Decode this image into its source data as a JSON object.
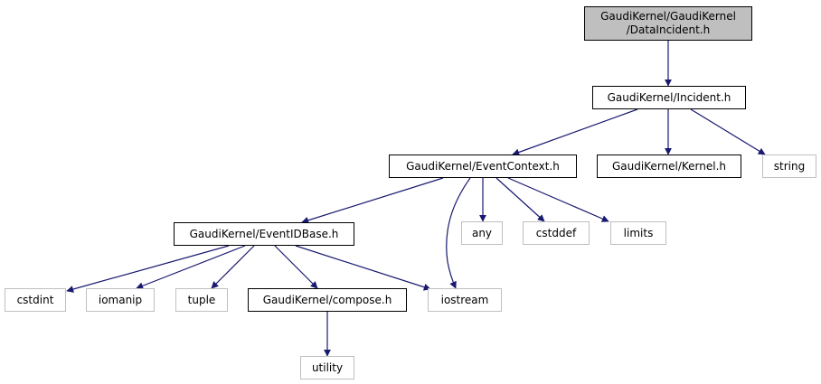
{
  "graph": {
    "edge_color": "#191970",
    "nodes": {
      "data_incident": {
        "label": "GaudiKernel/GaudiKernel\n/DataIncident.h",
        "style": "selected",
        "fill": "#bfbfbf"
      },
      "incident": {
        "label": "GaudiKernel/Incident.h",
        "style": "documented"
      },
      "event_context": {
        "label": "GaudiKernel/EventContext.h",
        "style": "documented"
      },
      "kernel": {
        "label": "GaudiKernel/Kernel.h",
        "style": "documented"
      },
      "string": {
        "label": "string",
        "style": "external"
      },
      "event_id_base": {
        "label": "GaudiKernel/EventIDBase.h",
        "style": "documented"
      },
      "any": {
        "label": "any",
        "style": "external"
      },
      "cstddef": {
        "label": "cstddef",
        "style": "external"
      },
      "limits": {
        "label": "limits",
        "style": "external"
      },
      "cstdint": {
        "label": "cstdint",
        "style": "external"
      },
      "iomanip": {
        "label": "iomanip",
        "style": "external"
      },
      "tuple": {
        "label": "tuple",
        "style": "external"
      },
      "compose": {
        "label": "GaudiKernel/compose.h",
        "style": "documented"
      },
      "iostream": {
        "label": "iostream",
        "style": "external"
      },
      "utility": {
        "label": "utility",
        "style": "external"
      }
    },
    "edges": [
      {
        "from": "data_incident",
        "to": "incident"
      },
      {
        "from": "incident",
        "to": "event_context"
      },
      {
        "from": "incident",
        "to": "kernel"
      },
      {
        "from": "incident",
        "to": "string"
      },
      {
        "from": "event_context",
        "to": "event_id_base"
      },
      {
        "from": "event_context",
        "to": "iostream"
      },
      {
        "from": "event_context",
        "to": "any"
      },
      {
        "from": "event_context",
        "to": "cstddef"
      },
      {
        "from": "event_context",
        "to": "limits"
      },
      {
        "from": "event_id_base",
        "to": "cstdint"
      },
      {
        "from": "event_id_base",
        "to": "iomanip"
      },
      {
        "from": "event_id_base",
        "to": "tuple"
      },
      {
        "from": "event_id_base",
        "to": "compose"
      },
      {
        "from": "event_id_base",
        "to": "iostream"
      },
      {
        "from": "compose",
        "to": "utility"
      }
    ]
  }
}
